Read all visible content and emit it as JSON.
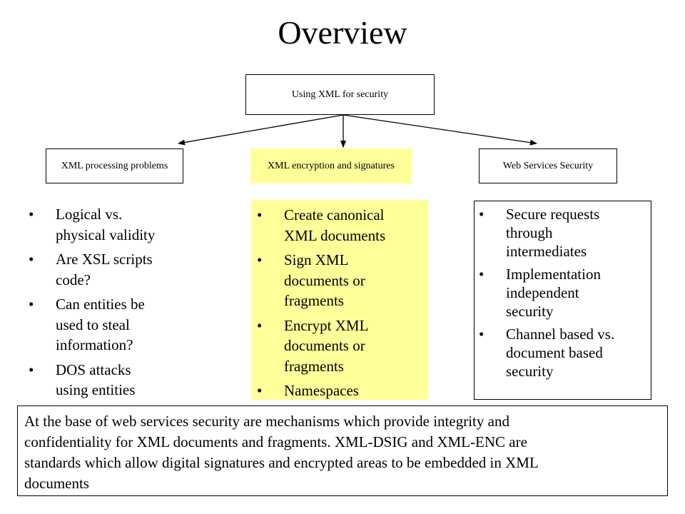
{
  "slide": {
    "title": "Overview",
    "root": "Using XML for security",
    "children": [
      "XML processing problems",
      "XML encryption and signatures",
      "Web Services Security"
    ],
    "bullet_glyph": "•",
    "columns": [
      {
        "items": [
          [
            "Logical vs.",
            "physical validity"
          ],
          [
            "Are XSL scripts",
            "code?"
          ],
          [
            "Can entities be",
            "used to steal",
            "information?"
          ],
          [
            "DOS attacks",
            "using entities"
          ]
        ]
      },
      {
        "items": [
          [
            "Create canonical",
            "XML documents"
          ],
          [
            "Sign XML",
            "documents or",
            "fragments"
          ],
          [
            "Encrypt XML",
            "documents or",
            "fragments"
          ],
          [
            "Namespaces"
          ]
        ]
      },
      {
        "items": [
          [
            "Secure requests",
            "through",
            "intermediates"
          ],
          [
            "Implementation",
            "independent",
            "security"
          ],
          [
            "Channel based vs.",
            "document based",
            "security"
          ]
        ]
      }
    ],
    "summary_lines": [
      "At the base of web services security are mechanisms which provide integrity and",
      "confidentiality for XML documents and fragments. XML-DSIG and XML-ENC are",
      "standards which allow digital signatures and encrypted areas to be embedded in XML",
      "documents"
    ],
    "colors": {
      "highlight": "#ffff99",
      "text": "#000000",
      "border": "#000000"
    }
  }
}
